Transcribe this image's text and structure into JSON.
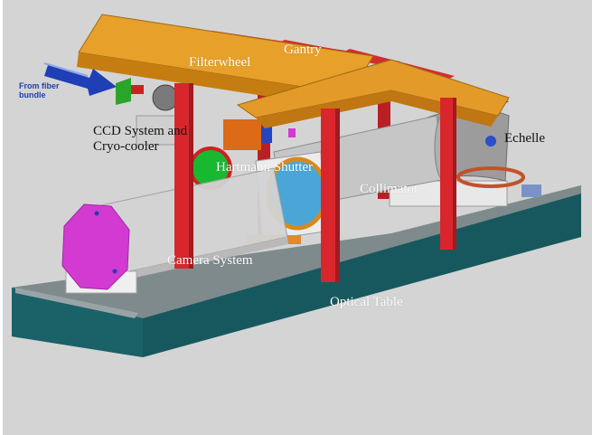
{
  "labels": {
    "gantry": "Gantry",
    "filterwheel": "Filterwheel",
    "from_fiber_1": "From fiber",
    "from_fiber_2": "bundle",
    "ccd_1": "CCD System and",
    "ccd_2": "Cryo-cooler",
    "hartmann": "Hartmann Shutter",
    "echelle": "Echelle",
    "collimator": "Collimator",
    "camera": "Camera System",
    "optical_table": "Optical Table"
  },
  "colors": {
    "background": "#d4d4d4",
    "table_base": "#1f6b72",
    "table_top": "#7f8a8c",
    "gantry_beam": "#e79a2a",
    "gantry_column": "#d8262c",
    "camera_end": "#d23ad2",
    "fiber_arrow": "#1e3fb5"
  }
}
